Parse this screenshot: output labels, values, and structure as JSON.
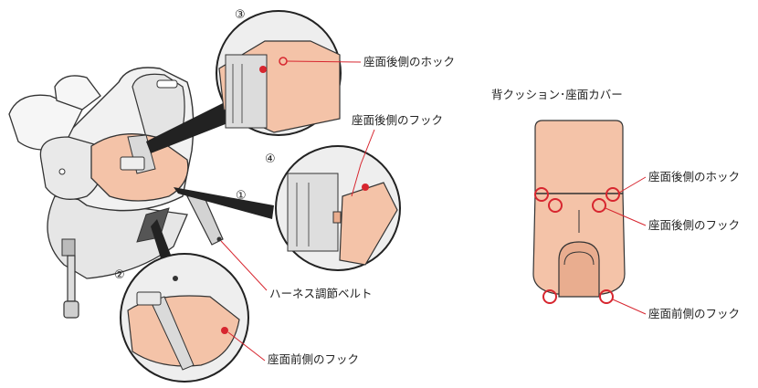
{
  "colors": {
    "cushion": "#f4c3a8",
    "cushion_dark": "#e9ad8f",
    "highlight": "#d7262f",
    "line": "#333333",
    "frame_gray": "#d9d9d9",
    "shell_gray": "#ececec"
  },
  "markers": {
    "m1": "①",
    "m2": "②",
    "m3": "③",
    "m4": "④"
  },
  "labels": {
    "rear_hook_top": "座面後側のホック",
    "rear_hook2_top": "座面後側のフック",
    "harness_belt": "ハーネス調節ベルト",
    "front_hook_bottom": "座面前側のフック"
  },
  "cover": {
    "title": "背クッション･座面カバー",
    "rear_hook": "座面後側のホック",
    "rear_hook2": "座面後側のフック",
    "front_hook": "座面前側のフック"
  }
}
